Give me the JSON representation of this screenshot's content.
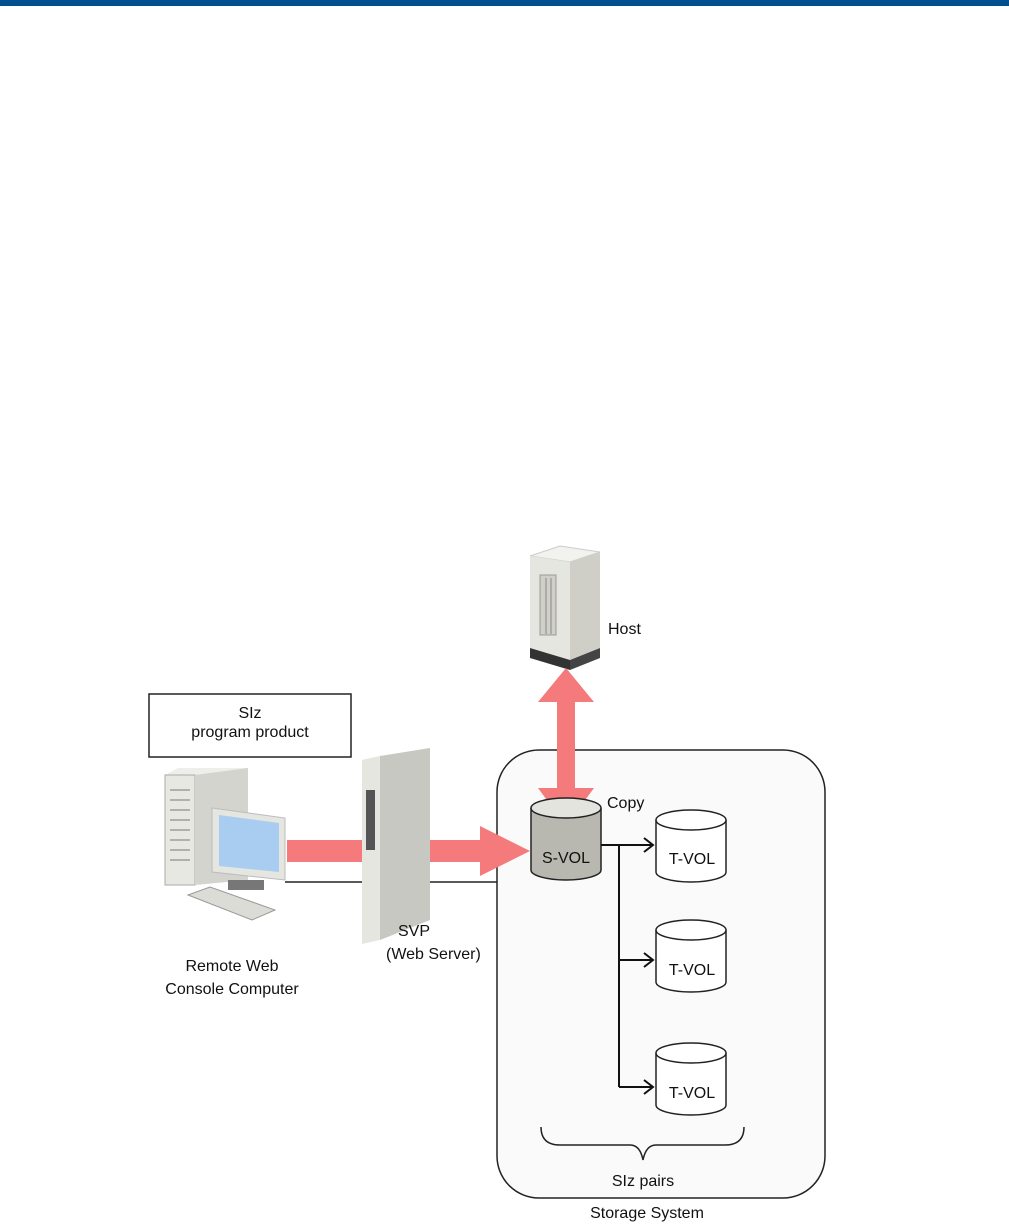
{
  "header": {
    "bar_color": "#00508f"
  },
  "diagram": {
    "colors": {
      "arrow": "#f47a7c",
      "svol_fill": "#b8b8b0",
      "storage_bg": "#fafafa",
      "screen": "#a8cdf0"
    },
    "product_box": {
      "line1": "SIz",
      "line2": "program product"
    },
    "host": {
      "label": "Host"
    },
    "computer": {
      "line1": "Remote Web",
      "line2": "Console Computer"
    },
    "svp": {
      "line1": "SVP",
      "line2": "(Web Server)"
    },
    "storage": {
      "label": "Storage System",
      "copy_label": "Copy",
      "source_volume": "S-VOL",
      "target_volumes": [
        "T-VOL",
        "T-VOL",
        "T-VOL"
      ],
      "pairs_label": "SIz pairs"
    }
  }
}
